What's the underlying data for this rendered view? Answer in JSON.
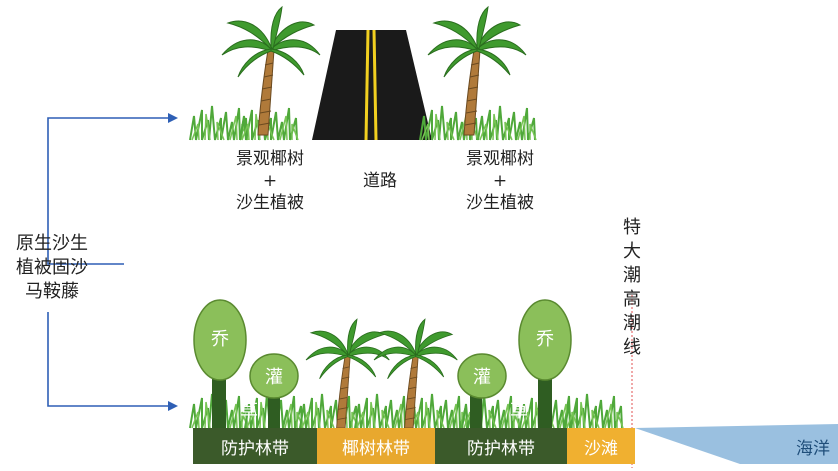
{
  "left_label": {
    "line1": "原生沙生",
    "line2": "植被固沙",
    "line3": "马鞍藤"
  },
  "upper": {
    "left_label": {
      "line1": "景观椰树",
      "line2": "+",
      "line3": "沙生植被"
    },
    "road_label": "道路",
    "right_label": {
      "line1": "景观椰树",
      "line2": "+",
      "line3": "沙生植被"
    }
  },
  "lower": {
    "tree_labels": {
      "qiao": "乔",
      "guan": "灌",
      "cao": "草"
    },
    "tide_line": "特大潮高潮线",
    "bands": [
      {
        "label": "防护林带",
        "color": "#3b5a2a"
      },
      {
        "label": "椰树林带",
        "color": "#e8a82e"
      },
      {
        "label": "防护林带",
        "color": "#3b5a2a"
      },
      {
        "label": "沙滩",
        "color": "#f0b030"
      },
      {
        "label": "海洋",
        "color": "#8fb9dd"
      }
    ]
  },
  "colors": {
    "arrow": "#2e5fb5",
    "tide_line": "#e05050",
    "grass": "#4fa83a",
    "palm_leaf": "#3f9a2e",
    "palm_trunk": "#b07a3a",
    "bush": "#8bbf5a",
    "road": "#1a1a1a",
    "road_line": "#f2d020"
  }
}
